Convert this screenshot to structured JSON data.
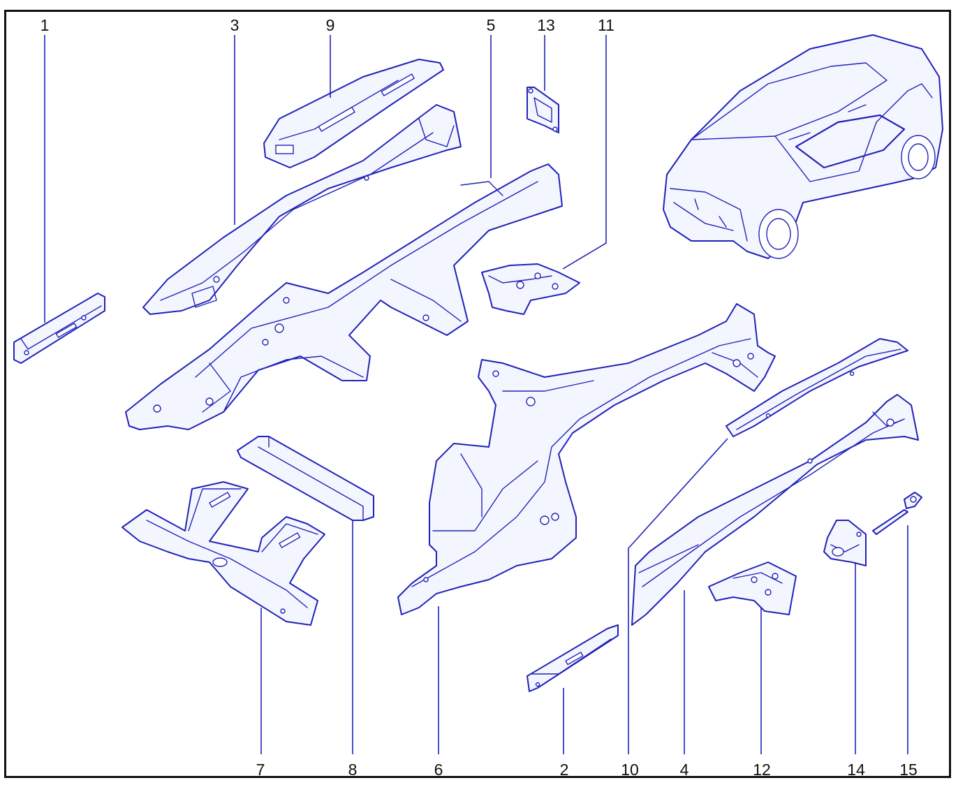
{
  "diagram": {
    "callouts": [
      {
        "id": "c1",
        "label": "1"
      },
      {
        "id": "c3",
        "label": "3"
      },
      {
        "id": "c9",
        "label": "9"
      },
      {
        "id": "c5",
        "label": "5"
      },
      {
        "id": "c13",
        "label": "13"
      },
      {
        "id": "c11",
        "label": "11"
      },
      {
        "id": "c7",
        "label": "7"
      },
      {
        "id": "c8",
        "label": "8"
      },
      {
        "id": "c6",
        "label": "6"
      },
      {
        "id": "c2",
        "label": "2"
      },
      {
        "id": "c10",
        "label": "10"
      },
      {
        "id": "c4",
        "label": "4"
      },
      {
        "id": "c12",
        "label": "12"
      },
      {
        "id": "c14",
        "label": "14"
      },
      {
        "id": "c15",
        "label": "15"
      }
    ],
    "colors": {
      "line": "#1f22b8",
      "fill": "#f4f6ff",
      "text": "#111111",
      "frame": "#111111"
    }
  }
}
